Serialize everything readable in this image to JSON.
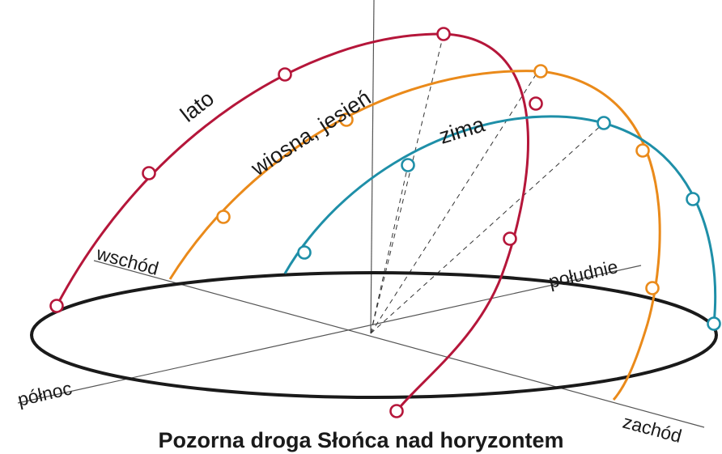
{
  "directions": {
    "east": "wschód",
    "south": "południe",
    "north": "północ",
    "west": "zachód"
  },
  "paths": [
    {
      "key": "summer",
      "label": "lato",
      "color": "#b5163a"
    },
    {
      "key": "equinox",
      "label": "wiosna, jesień",
      "color": "#ea8a1a"
    },
    {
      "key": "winter",
      "label": "zima",
      "color": "#1e8fa8"
    }
  ],
  "caption": "Pozorna droga Słońca nad horyzontem",
  "colors": {
    "horizon": "#1a1a1a",
    "axes": "#555555"
  }
}
